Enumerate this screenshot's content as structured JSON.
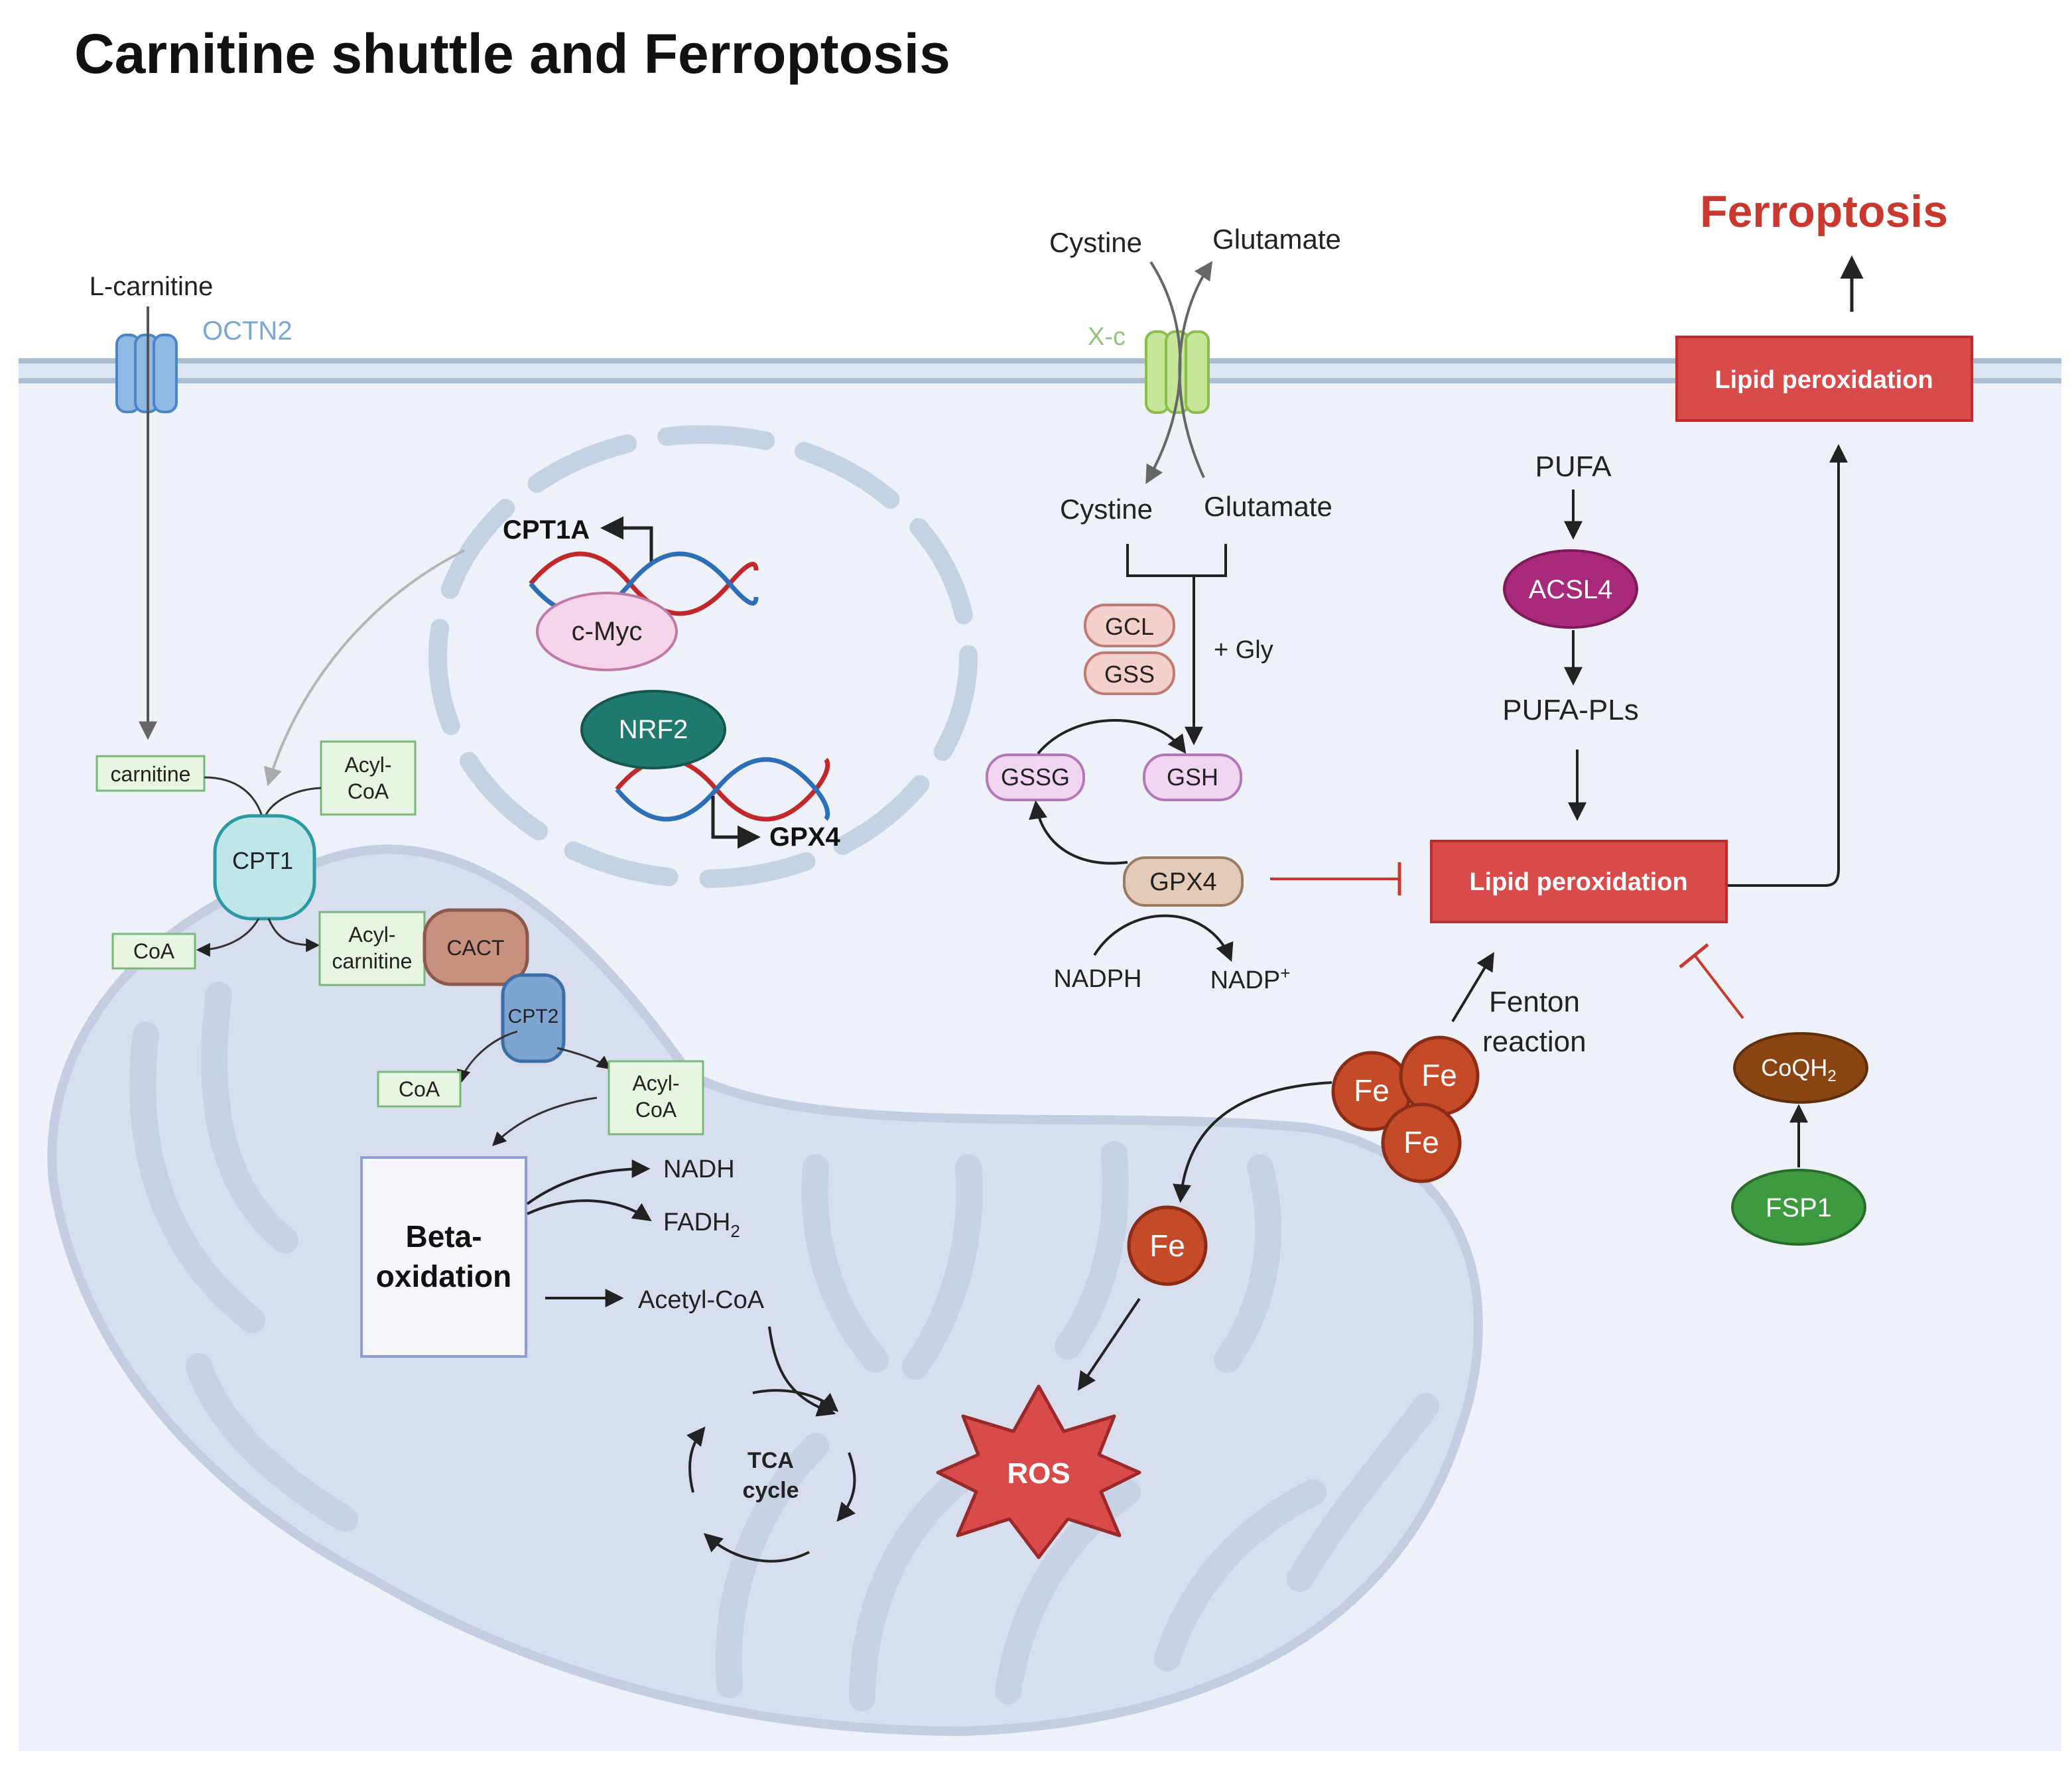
{
  "title": "Carnitine shuttle and Ferroptosis",
  "colors": {
    "cytoplasm": "#eef2f8",
    "membrane": "#c9d6e6",
    "mitochondrion": "#d8deee",
    "mito_stroke": "#bcc6dd",
    "nucleus_stroke": "#c4d3e4",
    "green_box": "#e8f5e1",
    "green_box_stroke": "#7ab87a",
    "red_box": "#d94a4a",
    "red_dark": "#c8382f",
    "iron": "#c44a2a",
    "octn2_label": "#7aa6d8",
    "xc_label": "#93c47d",
    "acsl4": "#a8287a",
    "nrf2": "#1f7a6d",
    "fsp1": "#3e9a3e",
    "coqh2": "#8b4513"
  },
  "labels": {
    "l_carnitine": "L-carnitine",
    "octn2": "OCTN2",
    "cystine_out": "Cystine",
    "glutamate_out": "Glutamate",
    "xc": "X-c",
    "cystine_in": "Cystine",
    "glutamate_in": "Glutamate",
    "ferroptosis": "Ferroptosis",
    "lipid_perox_top": "Lipid peroxidation",
    "pufa": "PUFA",
    "acsl4": "ACSL4",
    "pufa_pls": "PUFA-PLs",
    "lipid_perox_mid": "Lipid peroxidation",
    "cpt1a": "CPT1A",
    "cmyc": "c-Myc",
    "nrf2": "NRF2",
    "gpx4_gene": "GPX4",
    "gcl": "GCL",
    "gss": "GSS",
    "gly": "+ Gly",
    "gssg": "GSSG",
    "gsh": "GSH",
    "gpx4": "GPX4",
    "nadph": "NADPH",
    "nadp": "NADP",
    "nadp_sup": "+",
    "carnitine": "carnitine",
    "acyl_coa_1a": "Acyl-",
    "acyl_coa_1b": "CoA",
    "cpt1": "CPT1",
    "coa_1": "CoA",
    "acylcarnitine_a": "Acyl-",
    "acylcarnitine_b": "carnitine",
    "cact": "CACT",
    "cpt2": "CPT2",
    "coa_2": "CoA",
    "acyl_coa_2a": "Acyl-",
    "acyl_coa_2b": "CoA",
    "beta_a": "Beta-",
    "beta_b": "oxidation",
    "nadh": "NADH",
    "fadh_main": "FADH",
    "fadh_sub": "2",
    "acetyl_coa": "Acetyl-CoA",
    "tca_a": "TCA",
    "tca_b": "cycle",
    "fenton_a": "Fenton",
    "fenton_b": "reaction",
    "fe": "Fe",
    "ros": "ROS",
    "coqh_main": "CoQH",
    "coqh_sub": "2",
    "fsp1": "FSP1"
  }
}
